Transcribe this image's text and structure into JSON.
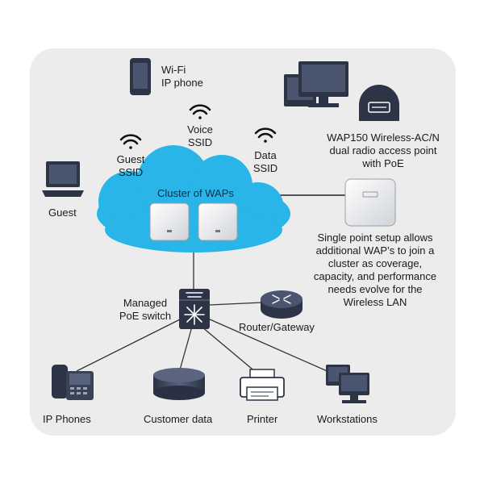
{
  "labels": {
    "wifi_phone": [
      "Wi-Fi",
      "IP phone"
    ],
    "voice_ssid": [
      "Voice",
      "SSID"
    ],
    "guest_ssid": [
      "Guest",
      "SSID"
    ],
    "data_ssid": [
      "Data",
      "SSID"
    ],
    "guest": "Guest",
    "cluster": "Cluster of WAPs",
    "wap150": [
      "WAP150 Wireless-AC/N",
      "dual radio access point",
      "with PoE"
    ],
    "setup": [
      "Single point setup allows",
      "additional WAP’s to join a",
      "cluster as coverage,",
      "capacity, and performance",
      "needs evolve for the",
      "Wireless LAN"
    ],
    "switch": [
      "Managed",
      "PoE switch"
    ],
    "router": "Router/Gateway",
    "ip_phones": "IP Phones",
    "customer_data": "Customer data",
    "printer": "Printer",
    "workstations": "Workstations"
  },
  "colors": {
    "background_panel": "#ececec",
    "cloud": "#29b5e8",
    "device_dark": "#2d3446",
    "screen": "#3c4a63",
    "ap_white": "#f2f2f2",
    "line": "#333333"
  },
  "icons": [
    "wifi-icon",
    "laptop-icon",
    "mobile-phone-icon",
    "desktop-computer-icon",
    "access-point-icon",
    "switch-icon",
    "router-icon",
    "ip-phone-icon",
    "storage-icon",
    "printer-icon",
    "workstation-icon",
    "cisco-badge-icon"
  ]
}
